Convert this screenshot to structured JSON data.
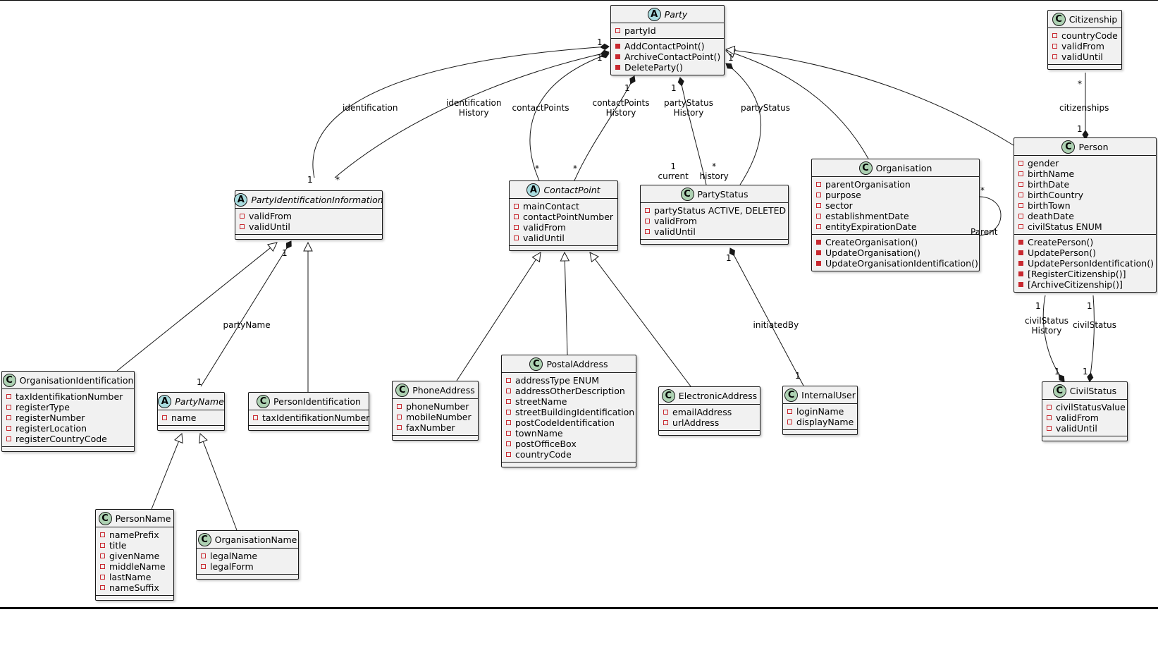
{
  "classes": {
    "party": {
      "name": "Party",
      "attrs": [
        "partyId"
      ],
      "ops": [
        "AddContactPoint()",
        "ArchiveContactPoint()",
        "DeleteParty()"
      ]
    },
    "citizenship": {
      "name": "Citizenship",
      "attrs": [
        "countryCode",
        "validFrom",
        "validUntil"
      ]
    },
    "party_identification_information": {
      "name": "PartyIdentificationInformation",
      "attrs": [
        "validFrom",
        "validUntil"
      ]
    },
    "contact_point": {
      "name": "ContactPoint",
      "attrs": [
        "mainContact",
        "contactPointNumber",
        "validFrom",
        "validUntil"
      ]
    },
    "party_status": {
      "name": "PartyStatus",
      "attrs": [
        "partyStatus ACTIVE, DELETED",
        "validFrom",
        "validUntil"
      ]
    },
    "organisation": {
      "name": "Organisation",
      "attrs": [
        "parentOrganisation",
        "purpose",
        "sector",
        "establishmentDate",
        "entityExpirationDate"
      ],
      "ops": [
        "CreateOrganisation()",
        "UpdateOrganisation()",
        "UpdateOrganisationIdentification()"
      ]
    },
    "person": {
      "name": "Person",
      "attrs": [
        "gender",
        "birthName",
        "birthDate",
        "birthCountry",
        "birthTown",
        "deathDate",
        "civilStatus ENUM"
      ],
      "ops": [
        "CreatePerson()",
        "UpdatePerson()",
        "UpdatePersonIdentification()",
        "[RegisterCitizenship()]",
        "[ArchiveCitizenship()]"
      ]
    },
    "organisation_identification": {
      "name": "OrganisationIdentification",
      "attrs": [
        "taxIdentifikationNumber",
        "registerType",
        "registerNumber",
        "registerLocation",
        "registerCountryCode"
      ]
    },
    "party_name": {
      "name": "PartyName",
      "attrs": [
        "name"
      ]
    },
    "person_identification": {
      "name": "PersonIdentification",
      "attrs": [
        "taxIdentifikationNumber"
      ]
    },
    "phone_address": {
      "name": "PhoneAddress",
      "attrs": [
        "phoneNumber",
        "mobileNumber",
        "faxNumber"
      ]
    },
    "postal_address": {
      "name": "PostalAddress",
      "attrs": [
        "addressType ENUM",
        "addressOtherDescription",
        "streetName",
        "streetBuildingIdentification",
        "postCodeIdentification",
        "townName",
        "postOfficeBox",
        "countryCode"
      ]
    },
    "electronic_address": {
      "name": "ElectronicAddress",
      "attrs": [
        "emailAddress",
        "urlAddress"
      ]
    },
    "internal_user": {
      "name": "InternalUser",
      "attrs": [
        "loginName",
        "displayName"
      ]
    },
    "civil_status": {
      "name": "CivilStatus",
      "attrs": [
        "civilStatusValue",
        "validFrom",
        "validUntil"
      ]
    },
    "person_name": {
      "name": "PersonName",
      "attrs": [
        "namePrefix",
        "title",
        "givenName",
        "middleName",
        "lastName",
        "nameSuffix"
      ]
    },
    "organisation_name": {
      "name": "OrganisationName",
      "attrs": [
        "legalName",
        "legalForm"
      ]
    }
  },
  "labels": {
    "identification": "identification",
    "identification_history": [
      "identification",
      "History"
    ],
    "contact_points": "contactPoints",
    "contact_points_history": [
      "contactPoints",
      "History"
    ],
    "party_status_history": [
      "partyStatus",
      "History"
    ],
    "party_status": "partyStatus",
    "citizenships": "citizenships",
    "party_name": "partyName",
    "initiated_by": "initiatedBy",
    "civil_status_history": [
      "civilStatus",
      "History"
    ],
    "civil_status": "civilStatus",
    "parent": "Parent"
  },
  "multiplicities": {
    "one": "1",
    "many": "*",
    "one_current": [
      "1",
      "current"
    ],
    "many_history": [
      "*",
      "history"
    ]
  },
  "stereotype_letters": {
    "class": "C",
    "abstract": "A"
  },
  "colors": {
    "class_circle": "#add1b2",
    "abstract_circle": "#a9dcdf",
    "box_fill": "#f1f1f1",
    "visibility_private": "#c82930"
  }
}
